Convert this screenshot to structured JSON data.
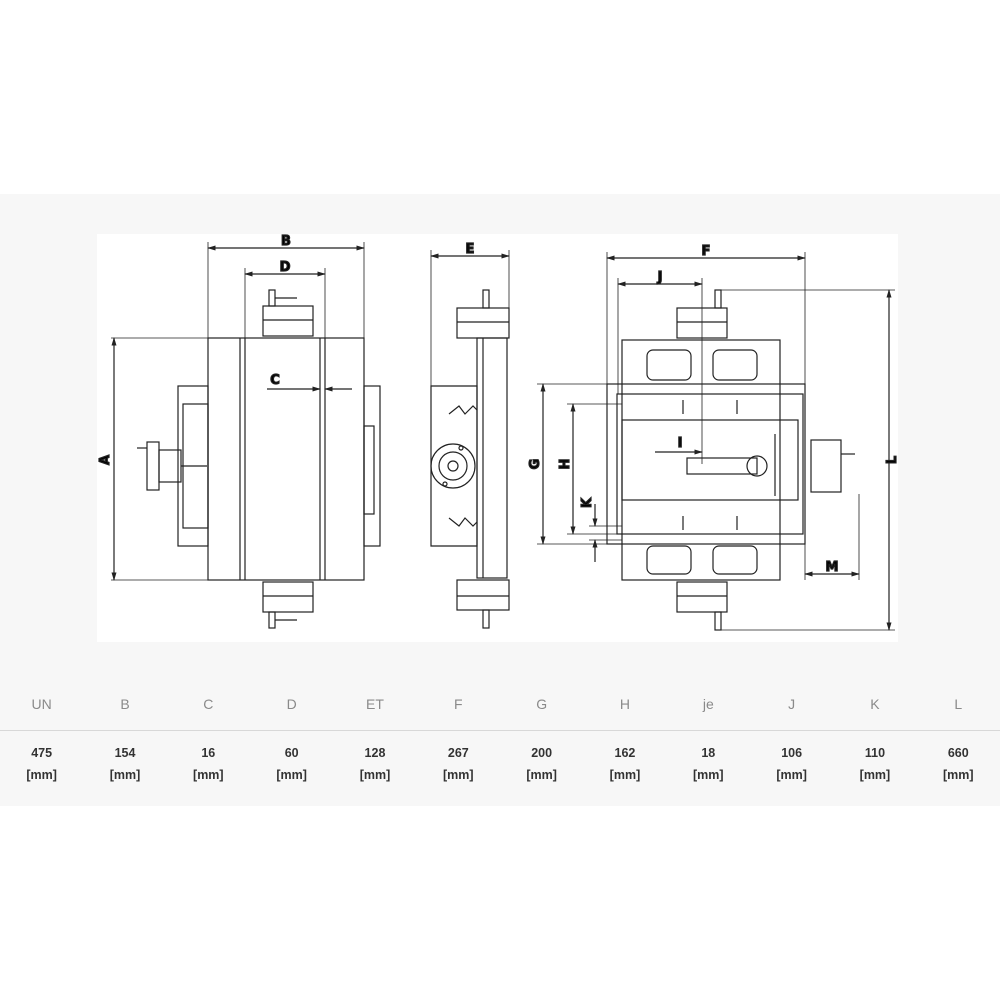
{
  "drawing": {
    "labels": {
      "A": "A",
      "B": "B",
      "C": "C",
      "D": "D",
      "E": "E",
      "F": "F",
      "G": "G",
      "H": "H",
      "I": "I",
      "J": "J",
      "K": "K",
      "L": "L",
      "M": "M"
    }
  },
  "spec_table": {
    "headers": [
      "UN",
      "B",
      "C",
      "D",
      "ET",
      "F",
      "G",
      "H",
      "je",
      "J",
      "K",
      "L"
    ],
    "values": [
      "475",
      "154",
      "16",
      "60",
      "128",
      "267",
      "200",
      "162",
      "18",
      "106",
      "110",
      "660"
    ],
    "unit": "[mm]"
  }
}
